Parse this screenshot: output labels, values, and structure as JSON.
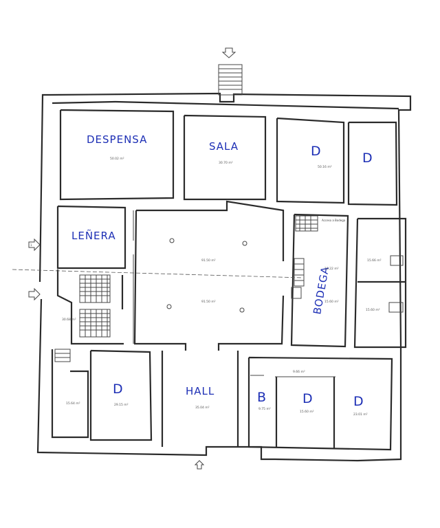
{
  "rooms": {
    "despensa": {
      "label": "DESPENSA",
      "area": "50.02 m²"
    },
    "sala": {
      "label": "SALA",
      "area": "30.70 m²"
    },
    "d_top_right": {
      "label": "D",
      "area": "50.16 m²"
    },
    "d_top_far": {
      "label": "D"
    },
    "lenera": {
      "label": "LEÑERA"
    },
    "bodega": {
      "label": "BODEGA",
      "area_upper": "18.22 m²",
      "area_lower": "15.60 m²"
    },
    "acceso_bodega": {
      "label": "Acceso a Bodega"
    },
    "right_upper": {
      "area": "15.66 m²"
    },
    "right_lower": {
      "area": "15.60 m²"
    },
    "central_upper": {
      "area": "91.50 m²"
    },
    "central_lower": {
      "area": "91.50 m²"
    },
    "stair_area": {
      "area": "30.68 m²"
    },
    "small_left": {
      "area": "15.64 m²"
    },
    "d_bottom_left": {
      "label": "D",
      "area": "29.15 m²"
    },
    "hall": {
      "label": "HALL",
      "area": "35.04 m²"
    },
    "b_bath": {
      "label": "B",
      "area": "9.75 m²"
    },
    "corridor": {
      "area": "9.66 m²"
    },
    "d_bottom_mid": {
      "label": "D",
      "area": "15.60 m²"
    },
    "d_bottom_right": {
      "label": "D",
      "area": "23.01 m²"
    }
  },
  "markers": {
    "entry_left_number": "1"
  }
}
